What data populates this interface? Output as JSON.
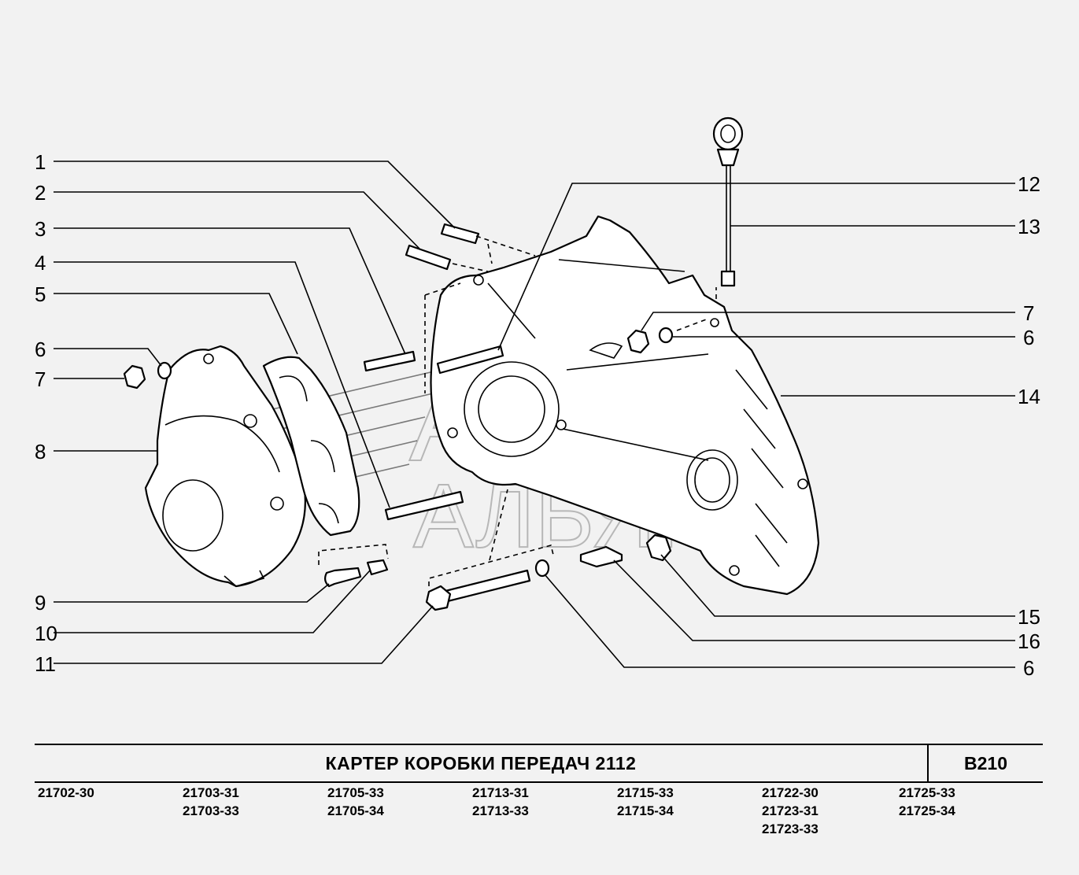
{
  "callouts_left": [
    "1",
    "2",
    "3",
    "4",
    "5",
    "6",
    "7",
    "8",
    "9",
    "10",
    "11"
  ],
  "callouts_right": [
    "12",
    "13",
    "7",
    "6",
    "14",
    "15",
    "16",
    "6"
  ],
  "watermark": {
    "line1": "АВТО",
    "line2": "АЛЬЯНС"
  },
  "title": "КАРТЕР   КОРОБКИ   ПЕРЕДАЧ  2112",
  "code": "B210",
  "models": [
    [
      "21702-30"
    ],
    [
      "21703-31",
      "21703-33"
    ],
    [
      "21705-33",
      "21705-34"
    ],
    [
      "21713-31",
      "21713-33"
    ],
    [
      "21715-33",
      "21715-34"
    ],
    [
      "21722-30",
      "21723-31",
      "21723-33"
    ],
    [
      "21725-33",
      "21725-34"
    ]
  ]
}
